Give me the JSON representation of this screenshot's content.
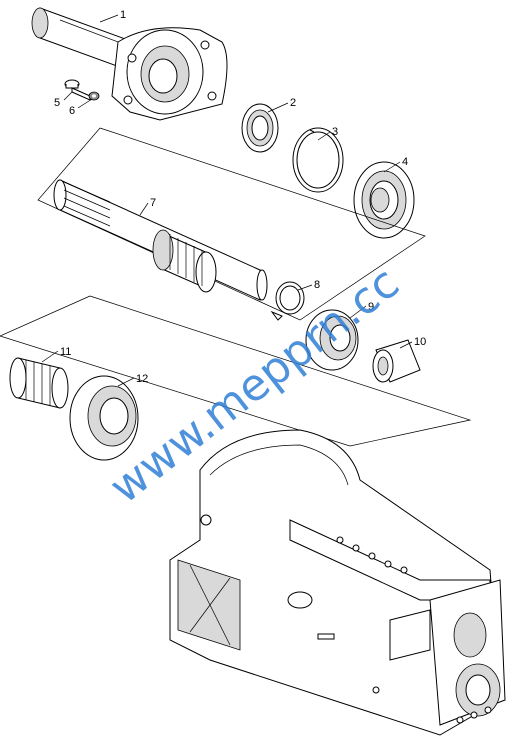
{
  "callouts": [
    {
      "id": "1",
      "label": "1"
    },
    {
      "id": "2",
      "label": "2"
    },
    {
      "id": "3",
      "label": "3"
    },
    {
      "id": "4",
      "label": "4"
    },
    {
      "id": "5",
      "label": "5"
    },
    {
      "id": "6",
      "label": "6"
    },
    {
      "id": "7",
      "label": "7"
    },
    {
      "id": "8",
      "label": "8"
    },
    {
      "id": "9",
      "label": "9"
    },
    {
      "id": "10",
      "label": "10"
    },
    {
      "id": "11",
      "label": "11"
    },
    {
      "id": "12",
      "label": "12"
    }
  ],
  "watermark": {
    "text": "www.mepprn.cc",
    "color": "#2f7fd6"
  }
}
